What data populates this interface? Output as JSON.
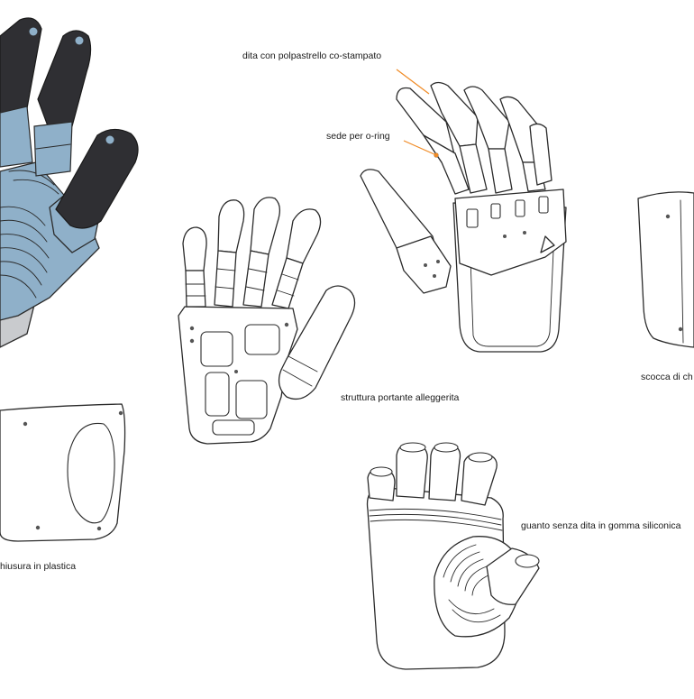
{
  "labels": {
    "fingertips": "dita con polpastrello co-stampato",
    "oring_seat": "sede per o-ring",
    "frame": "struttura portante alleggerita",
    "shell": "scocca di ch",
    "closure": "hiusura in plastica",
    "glove": "guanto senza dita in gomma siliconica"
  },
  "colors": {
    "finger_black": "#2f2f33",
    "finger_highlight": "#4a4a50",
    "soft_blue": "#8fb0c9",
    "soft_blue_dark": "#6d8fab",
    "steel": "#c9cbce",
    "leader_orange": "#f08a24",
    "line": "#2b2b2b"
  }
}
